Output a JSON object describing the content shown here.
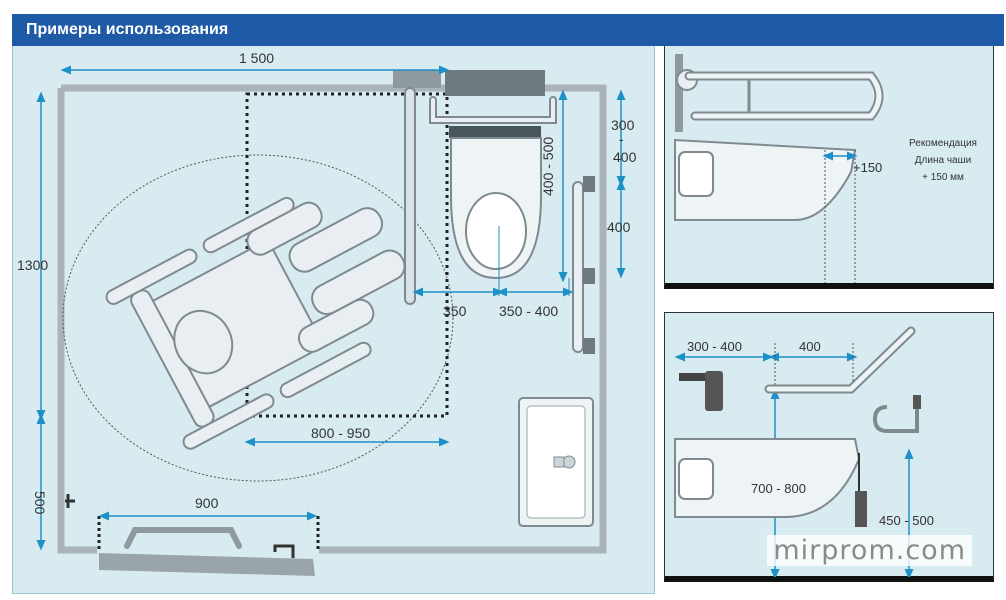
{
  "header": {
    "title": "Примеры использования"
  },
  "left_panel": {
    "dimensions": {
      "room_width": "1 500",
      "room_height": "1300",
      "door_offset": "500",
      "door_width": "900",
      "turning_area_width": "800 - 950",
      "grab_bar_offset": "350",
      "toilet_side_clearance": "350 - 400",
      "upper_gap": "300 - 400",
      "toilet_depth": "400 - 500",
      "bar_length": "400"
    }
  },
  "top_right_panel": {
    "bowl_extension": "+150",
    "recommendation": [
      "Рекомендация",
      "Длина чаши",
      "+ 150 мм"
    ]
  },
  "bottom_right_panel": {
    "dim_left": "300 - 400",
    "dim_right": "400",
    "height_bar": "700 - 800",
    "height_paper": "450 - 500"
  },
  "watermark": "mirprom.com",
  "colors": {
    "header": "#1f5aa6",
    "panel": "#d7ebf1",
    "dimension": "#1e90c8"
  }
}
